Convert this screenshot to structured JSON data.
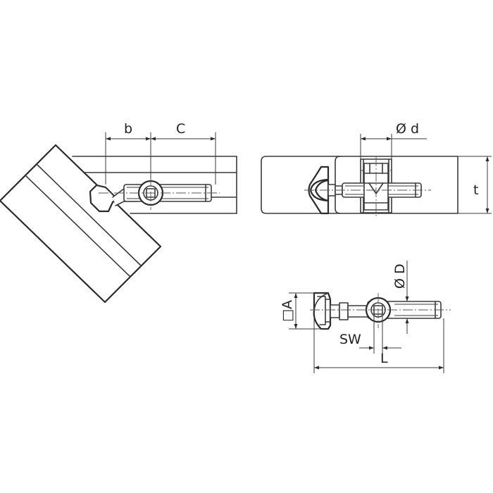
{
  "labels": {
    "b": "b",
    "c": "C",
    "d": "Ø d",
    "t": "t",
    "D": "Ø D",
    "A": "□A",
    "sw": "SW",
    "l": "L"
  }
}
